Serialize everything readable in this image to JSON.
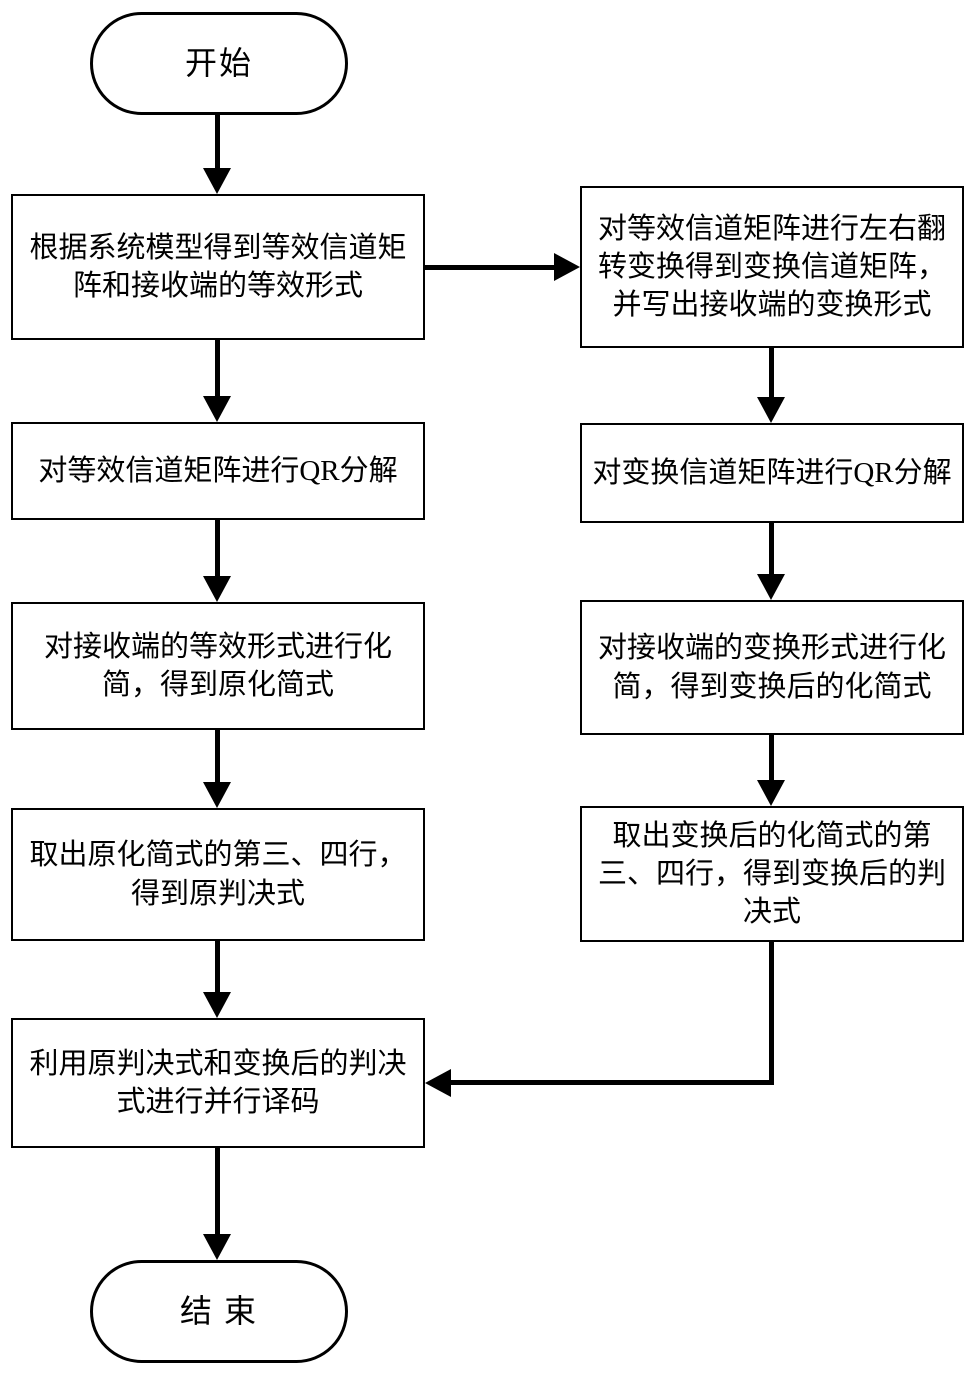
{
  "diagram": {
    "type": "flowchart",
    "colors": {
      "background": "#ffffff",
      "stroke": "#000000",
      "text": "#000000"
    },
    "nodes": {
      "start": {
        "type": "terminal",
        "label": "开始"
      },
      "l1": {
        "type": "process",
        "label": "根据系统模型得到等效信道矩\n阵和接收端的等效形式"
      },
      "l2": {
        "type": "process",
        "label": "对等效信道矩阵进行QR分解"
      },
      "l3": {
        "type": "process",
        "label": "对接收端的等效形式进行化\n简，得到原化简式"
      },
      "l4": {
        "type": "process",
        "label": "取出原化简式的第三、四行，\n得到原判决式"
      },
      "l5": {
        "type": "process",
        "label": "利用原判决式和变换后的判决\n式进行并行译码"
      },
      "r1": {
        "type": "process",
        "label": "对等效信道矩阵进行左右翻\n转变换得到变换信道矩阵，\n并写出接收端的变换形式"
      },
      "r2": {
        "type": "process",
        "label": "对变换信道矩阵进行QR分解"
      },
      "r3": {
        "type": "process",
        "label": "对接收端的变换形式进行化\n简，得到变换后的化简式"
      },
      "r4": {
        "type": "process",
        "label": "取出变换后的化简式的第\n三、四行，得到变换后的判\n决式"
      },
      "end": {
        "type": "terminal",
        "label": "结 束"
      }
    },
    "edges": [
      {
        "from": "start",
        "to": "l1"
      },
      {
        "from": "l1",
        "to": "r1"
      },
      {
        "from": "l1",
        "to": "l2"
      },
      {
        "from": "l2",
        "to": "l3"
      },
      {
        "from": "l3",
        "to": "l4"
      },
      {
        "from": "l4",
        "to": "l5"
      },
      {
        "from": "r1",
        "to": "r2"
      },
      {
        "from": "r2",
        "to": "r3"
      },
      {
        "from": "r3",
        "to": "r4"
      },
      {
        "from": "r4",
        "to": "l5"
      },
      {
        "from": "l5",
        "to": "end"
      }
    ]
  }
}
